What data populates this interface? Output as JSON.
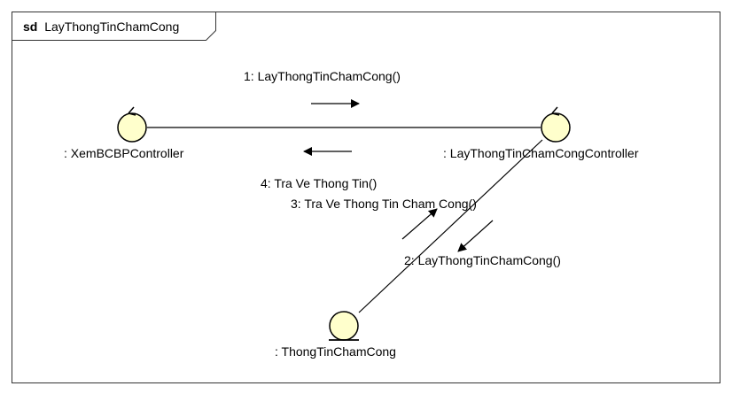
{
  "frame": {
    "keyword": "sd",
    "name": "LayThongTinChamCong"
  },
  "lifelines": [
    {
      "label": ": XemBCBPController",
      "kind": "control"
    },
    {
      "label": ": LayThongTinChamCongController",
      "kind": "control"
    },
    {
      "label": ": ThongTinChamCong",
      "kind": "entity"
    }
  ],
  "messages": [
    {
      "label": "1: LayThongTinChamCong()"
    },
    {
      "label": "4: Tra Ve Thong Tin()"
    },
    {
      "label": "3: Tra Ve Thong Tin Cham Cong()"
    },
    {
      "label": "2: LayThongTinChamCong()"
    }
  ],
  "colors": {
    "node_fill": "#ffffcc",
    "stroke": "#000000",
    "frame_border": "#333333"
  }
}
